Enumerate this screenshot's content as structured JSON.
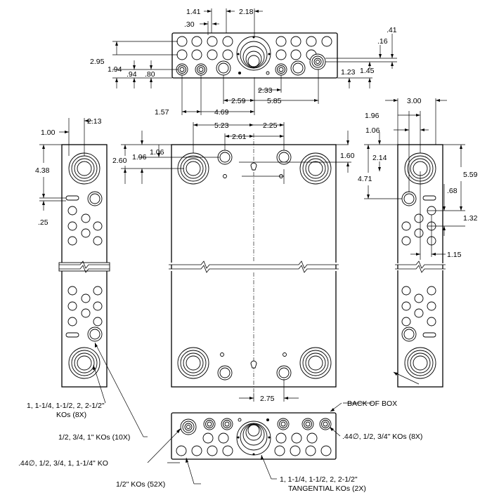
{
  "dimensions": {
    "top_view": [
      "1.41",
      "2.18",
      ".30",
      ".41",
      ".16",
      "2.95",
      "1.94",
      ".94",
      ".80",
      "1.23",
      "1.45",
      "2.33",
      "2.59",
      "5.85",
      "1.57",
      "4.69"
    ],
    "left_side": [
      "1.00",
      "2.13",
      "4.38",
      ".25"
    ],
    "front": [
      "5.23",
      "2.25",
      "2.61",
      "1.96",
      "1.06",
      "2.60",
      "1.60",
      "2.75"
    ],
    "right_side": [
      "3.00",
      "1.96",
      "1.06",
      "2.14",
      "4.71",
      "5.59",
      ".68",
      "1.32",
      "1.15"
    ]
  },
  "callouts": {
    "large_kos": "1, 1-1/4, 1-1/2, 2, 2-1/2\"",
    "large_kos_count": "KOs (8X)",
    "small_kos": "1/2, 3/4, 1\" KOs (10X)",
    "combo_ko": ".44∅, 1/2, 3/4, 1, 1-1/4\" KO",
    "half_kos": "1/2\" KOs (52X)",
    "tangential": "1, 1-1/4, 1-1/2, 2, 2-1/2\"",
    "tangential_count": "TANGENTIAL KOs (2X)",
    "back_of_box": "BACK OF BOX",
    "right_kos": ".44∅, 1/2, 3/4\" KOs (8X)"
  }
}
